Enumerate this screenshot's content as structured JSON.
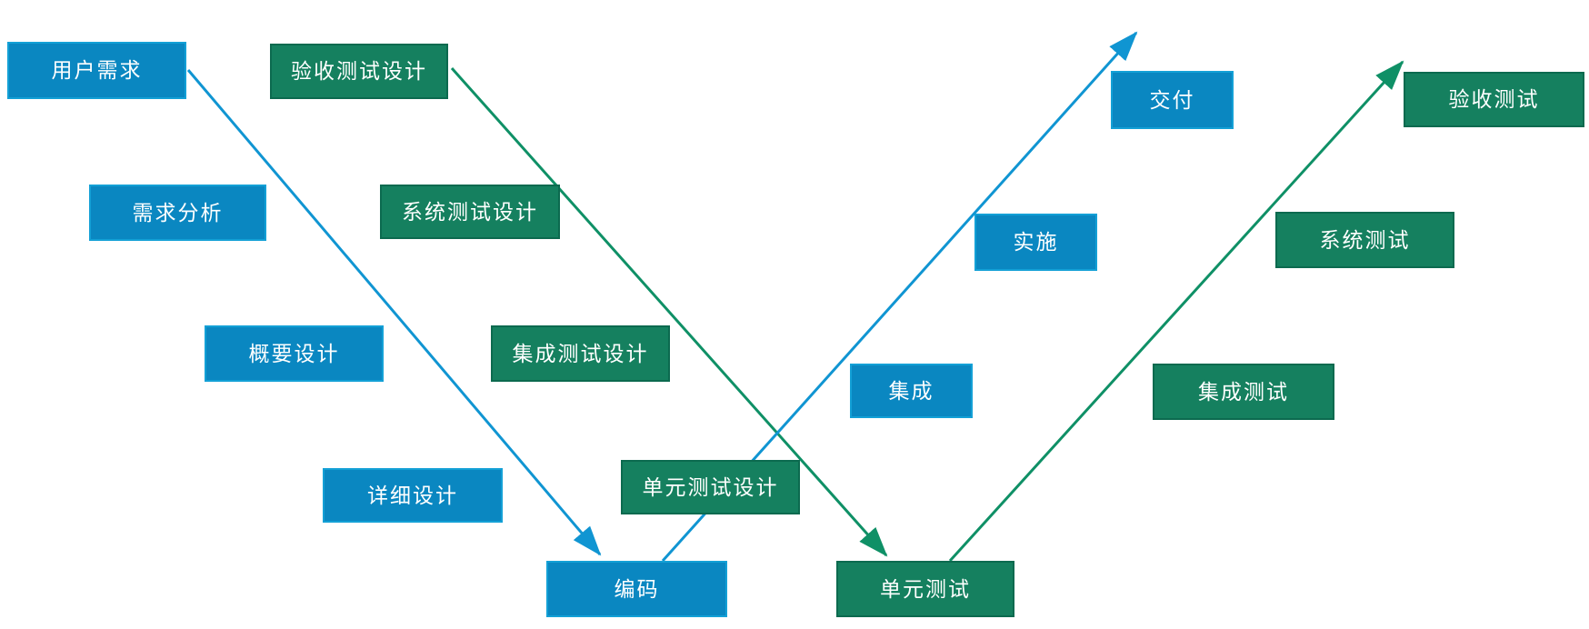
{
  "diagram": {
    "type": "v-model-software-process",
    "background": "#ffffff"
  },
  "colors": {
    "blue_box_fill": "#0a87c1",
    "blue_box_border": "#13a0d6",
    "green_box_fill": "#15805f",
    "green_box_border": "#0c6a4f",
    "blue_arrow": "#1095d2",
    "green_arrow": "#0f9066",
    "label_text": "#ffffff"
  },
  "boxes": [
    {
      "label": "用户需求",
      "color": "blue"
    },
    {
      "label": "需求分析",
      "color": "blue"
    },
    {
      "label": "概要设计",
      "color": "blue"
    },
    {
      "label": "详细设计",
      "color": "blue"
    },
    {
      "label": "编码",
      "color": "blue"
    },
    {
      "label": "验收测试设计",
      "color": "green"
    },
    {
      "label": "系统测试设计",
      "color": "green"
    },
    {
      "label": "集成测试设计",
      "color": "green"
    },
    {
      "label": "单元测试设计",
      "color": "green"
    },
    {
      "label": "单元测试",
      "color": "green"
    },
    {
      "label": "集成",
      "color": "blue"
    },
    {
      "label": "实施",
      "color": "blue"
    },
    {
      "label": "交付",
      "color": "blue"
    },
    {
      "label": "集成测试",
      "color": "green"
    },
    {
      "label": "系统测试",
      "color": "green"
    },
    {
      "label": "验收测试",
      "color": "green"
    }
  ],
  "arrows": [
    {
      "from": "用户需求",
      "to": "编码",
      "color_hex": "#1095d2",
      "direction": "descending"
    },
    {
      "from": "验收测试设计",
      "to": "单元测试",
      "color_hex": "#0f9066",
      "direction": "descending"
    },
    {
      "from": "编码",
      "to": "交付",
      "color_hex": "#1095d2",
      "direction": "ascending"
    },
    {
      "from": "单元测试",
      "to": "验收测试",
      "color_hex": "#0f9066",
      "direction": "ascending"
    }
  ]
}
